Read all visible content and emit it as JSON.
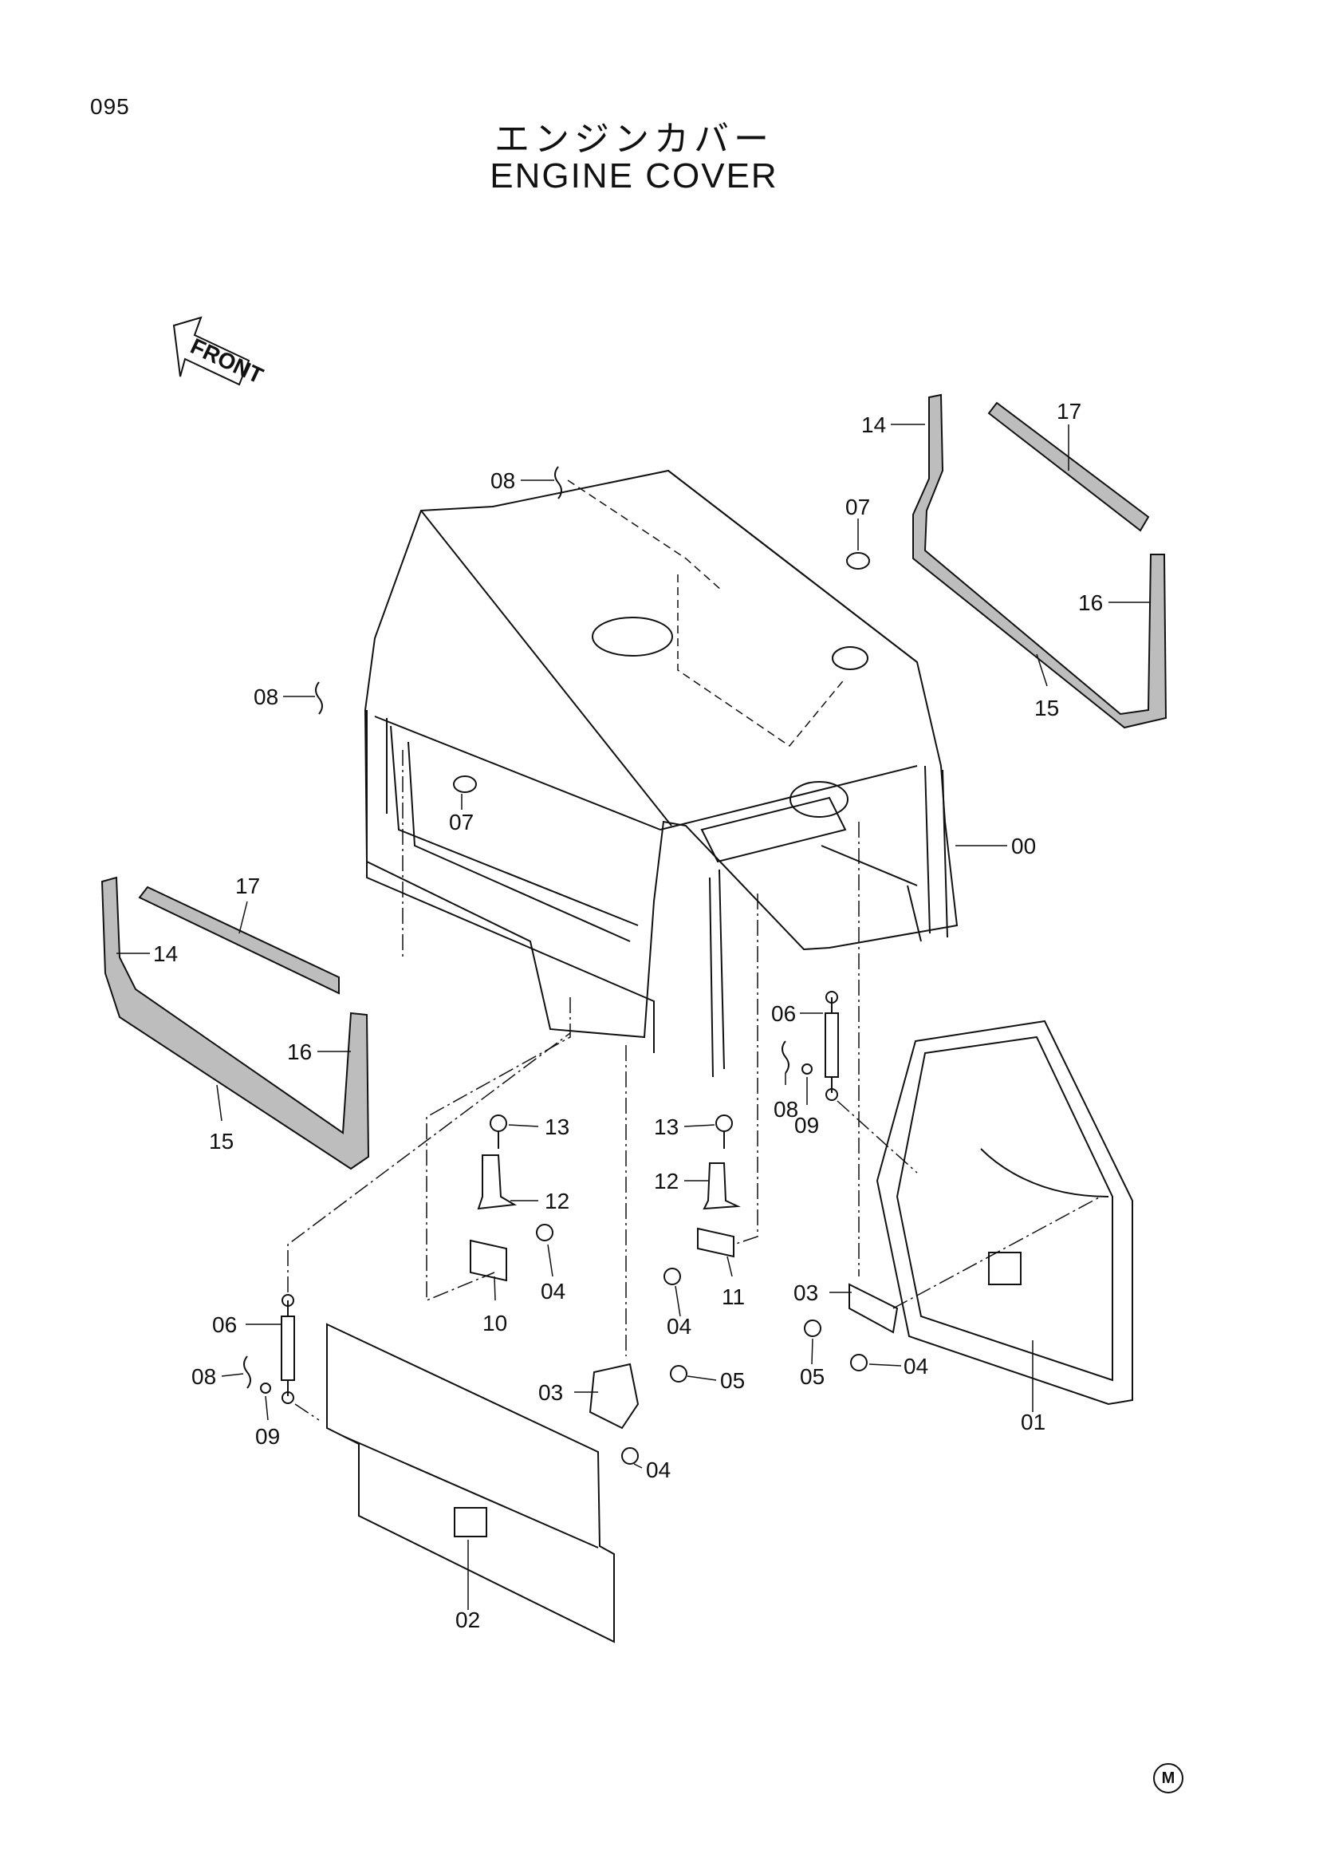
{
  "page_number": "095",
  "title_jp": "エンジンカバー",
  "title_en": "ENGINE COVER",
  "front_arrow_label": "FRONT",
  "corner_mark": "M",
  "callouts": [
    "00",
    "01",
    "02",
    "03",
    "04",
    "05",
    "06",
    "07",
    "08",
    "09",
    "10",
    "11",
    "12",
    "13",
    "14",
    "15",
    "16",
    "17"
  ]
}
